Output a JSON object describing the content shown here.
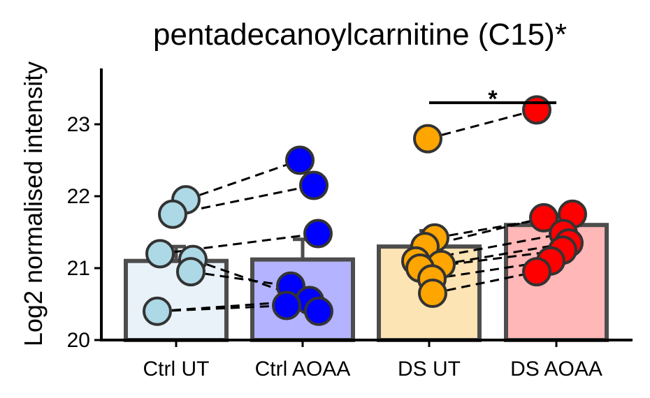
{
  "chart_data": {
    "type": "bar",
    "title": "pentadecanoylcarnitine (C15)*",
    "xlabel": "",
    "ylabel": "Log2 normalised intensity",
    "ylim": [
      20,
      23.75
    ],
    "yticks": [
      20,
      21,
      22,
      23
    ],
    "grid": false,
    "legend": "none",
    "categories": [
      "Ctrl UT",
      "Ctrl AOAA",
      "DS UT",
      "DS AOAA"
    ],
    "means": [
      21.1,
      21.12,
      21.3,
      21.6
    ],
    "errors": [
      0.2,
      0.28,
      0.22,
      0.0
    ],
    "bar_fill_colors": [
      "#e8f2f8",
      "#b3b3ff",
      "#fde4b5",
      "#ffb7b7"
    ],
    "bar_outline_color": "#4d4d4d",
    "point_colors": [
      "#add8e6",
      "#0000ff",
      "#ffa500",
      "#ff0000"
    ],
    "points": [
      [
        21.95,
        21.75,
        21.2,
        21.12,
        20.95,
        20.4
      ],
      [
        22.5,
        22.15,
        21.48,
        20.75,
        20.55,
        20.48,
        20.4
      ],
      [
        22.8,
        21.42,
        21.3,
        21.1,
        21.05,
        21.0,
        20.85,
        20.65
      ],
      [
        23.2,
        21.75,
        21.7,
        21.48,
        21.35,
        21.25,
        21.1,
        20.95
      ]
    ],
    "pairs": [
      [
        21.95,
        22.5
      ],
      [
        21.75,
        22.15
      ],
      [
        21.2,
        21.48
      ],
      [
        21.12,
        20.55
      ],
      [
        20.95,
        20.75
      ],
      [
        20.4,
        20.55
      ],
      [
        20.4,
        20.48
      ],
      [
        22.8,
        23.2
      ],
      [
        21.42,
        21.75
      ],
      [
        21.3,
        21.7
      ],
      [
        21.1,
        21.48
      ],
      [
        21.05,
        21.35
      ],
      [
        21.0,
        21.25
      ],
      [
        20.85,
        21.1
      ],
      [
        20.65,
        20.95
      ]
    ],
    "significance": {
      "from": "DS UT",
      "to": "DS AOAA",
      "y": 23.3,
      "label": "*"
    }
  }
}
